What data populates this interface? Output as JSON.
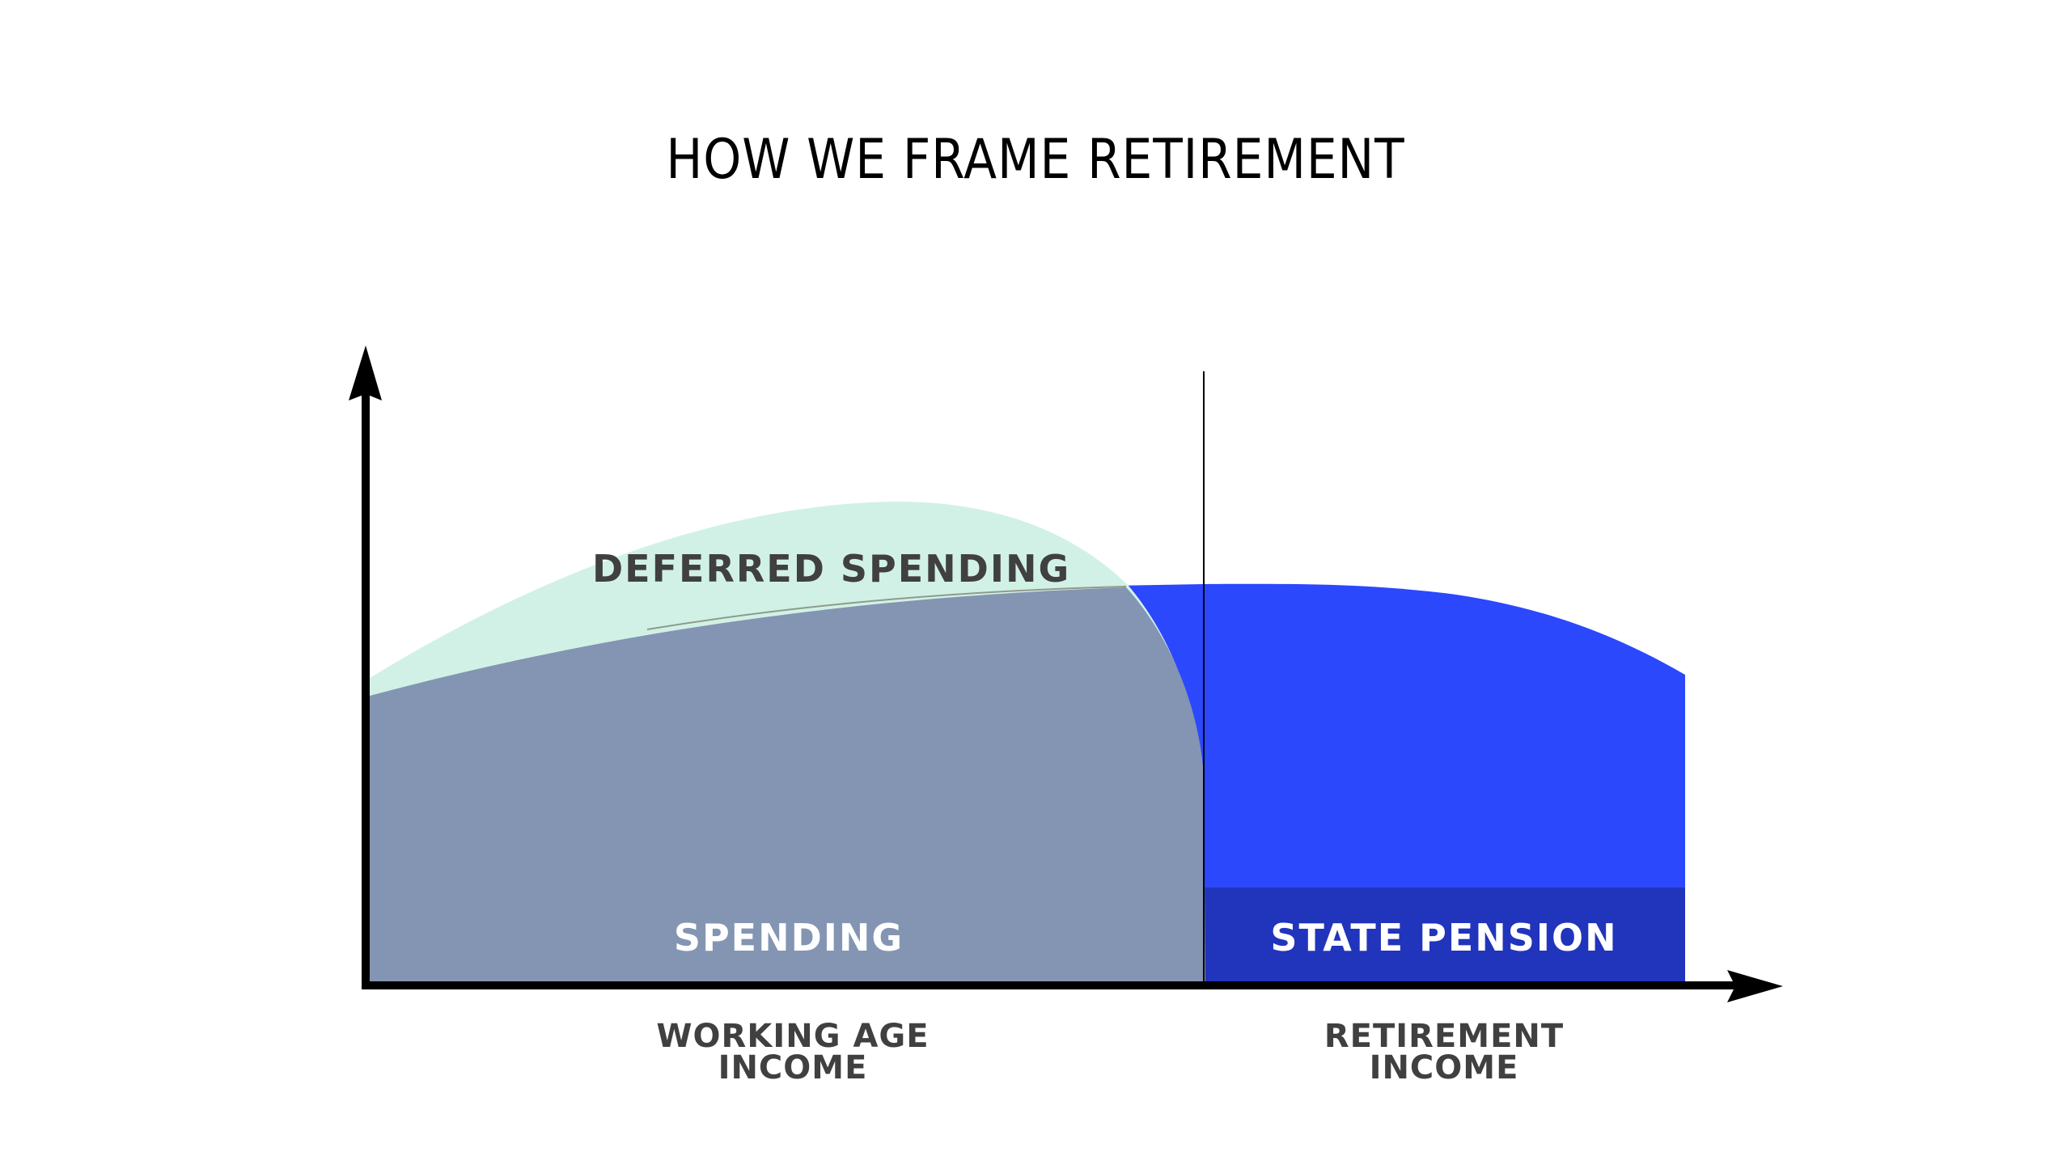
{
  "title": "HOW WE FRAME RETIREMENT",
  "labels": {
    "deferred_spending": "DEFERRED SPENDING",
    "spending": "SPENDING",
    "state_pension": "STATE PENSION",
    "x_left_line1": "WORKING AGE",
    "x_left_line2": "INCOME",
    "x_right_line1": "RETIREMENT",
    "x_right_line2": "INCOME"
  },
  "colors": {
    "spending_grey": "#8395b2",
    "deferred_green": "#d1f1e6",
    "income_light_blue": "#6e9ee8",
    "retirement_blue": "#2b48fd",
    "state_pension_blue": "#2134bc",
    "label_dark": "#404040",
    "axis": "#000000"
  },
  "chart_data": {
    "type": "area",
    "title": "HOW WE FRAME RETIREMENT",
    "xlabel": "",
    "ylabel": "",
    "x_regions": [
      "WORKING AGE INCOME",
      "RETIREMENT INCOME"
    ],
    "axis_ticks": "none",
    "grid": false,
    "legend": "none (inline labels)",
    "divider": "vertical line separating working age and retirement",
    "series": [
      {
        "name": "Spending",
        "region": "working age",
        "color": "#8395b2",
        "shape": "rising curve then drop at retirement",
        "relative_level_start": 0.48,
        "relative_level_end": 0.66
      },
      {
        "name": "Deferred Spending",
        "region": "working age",
        "color": "#d1f1e6",
        "shape": "hump above spending peaking mid-working-age",
        "relative_peak": 0.79
      },
      {
        "name": "Retirement Income",
        "region": "retirement",
        "color": "#2b48fd",
        "shape": "flat then gently declining",
        "relative_level_start": 0.66,
        "relative_level_end": 0.5
      },
      {
        "name": "State Pension",
        "region": "retirement",
        "color": "#2134bc",
        "shape": "constant band",
        "relative_level": 0.16
      }
    ]
  }
}
